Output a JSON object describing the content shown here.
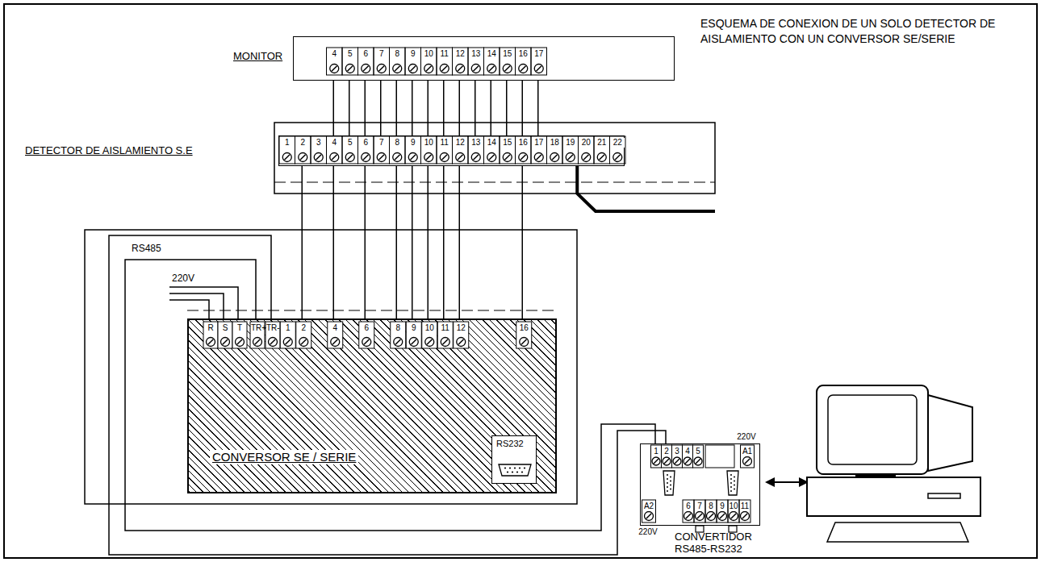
{
  "diagram": {
    "title": "ESQUEMA DE CONEXION DE UN SOLO DETECTOR DE AISLAMIENTO CON UN CONVERSOR SE/SERIE",
    "nodes": [
      {
        "text": [
          "MONITOR"
        ]
      },
      {
        "text": [
          "DETECTOR DE AISLAMIENTO S.E"
        ]
      },
      {
        "text": [
          "CONVERSOR SE / SERIE"
        ]
      },
      {
        "text": [
          "RS232"
        ],
        "in": 2
      },
      {
        "text": [
          "CONVERTIDOR RS485-RS232"
        ]
      }
    ],
    "edges": [
      {
        "from": 0,
        "to": 1,
        "arrow": "none"
      },
      {
        "from": 0,
        "to": 1,
        "arrow": "none"
      },
      {
        "from": 0,
        "to": 1,
        "arrow": "none"
      },
      {
        "from": 0,
        "to": 1,
        "arrow": "none"
      },
      {
        "from": 0,
        "to": 1,
        "arrow": "none"
      },
      {
        "from": 0,
        "to": 1,
        "arrow": "none"
      },
      {
        "from": 0,
        "to": 1,
        "arrow": "none"
      },
      {
        "from": 0,
        "to": 1,
        "arrow": "none"
      },
      {
        "from": 0,
        "to": 1,
        "arrow": "none"
      },
      {
        "from": 0,
        "to": 1,
        "arrow": "none"
      },
      {
        "from": 0,
        "to": 1,
        "arrow": "none"
      },
      {
        "from": 0,
        "to": 1,
        "arrow": "none"
      },
      {
        "from": 0,
        "to": 1,
        "arrow": "none"
      },
      {
        "from": 0,
        "to": 1,
        "arrow": "none"
      },
      {
        "from": 1,
        "to": 2,
        "arrow": "none"
      },
      {
        "from": 1,
        "to": 2,
        "arrow": "none"
      },
      {
        "from": 1,
        "to": 2,
        "arrow": "none"
      },
      {
        "from": 1,
        "to": 2,
        "arrow": "none"
      },
      {
        "from": 1,
        "to": 2,
        "arrow": "none"
      },
      {
        "from": 1,
        "to": 2,
        "arrow": "none"
      },
      {
        "from": 1,
        "to": 2,
        "arrow": "none"
      },
      {
        "from": 1,
        "to": 2,
        "arrow": "none"
      },
      {
        "from": 1,
        "to": 2,
        "arrow": "none"
      },
      {
        "from": 2,
        "to": 4,
        "arrow": "none"
      },
      {
        "from": 2,
        "to": 4,
        "arrow": "none"
      }
    ],
    "labels": [
      "4",
      "5",
      "6",
      "7",
      "8",
      "9",
      "10",
      "11",
      "12",
      "13",
      "14",
      "15",
      "16",
      "17",
      "1",
      "2",
      "3",
      "4",
      "5",
      "6",
      "7",
      "8",
      "9",
      "10",
      "11",
      "12",
      "13",
      "14",
      "15",
      "16",
      "17",
      "18",
      "19",
      "20",
      "21",
      "22",
      "R",
      "S",
      "T",
      "TR+",
      "TR-",
      "1",
      "2",
      "4",
      "6",
      "8",
      "9",
      "10",
      "11",
      "12",
      "16",
      "RS485",
      "220V",
      "220V",
      "1",
      "2",
      "3",
      "4",
      "5",
      "A1",
      "A2",
      "220V",
      "6",
      "7",
      "8",
      "9",
      "10",
      "11"
    ]
  }
}
